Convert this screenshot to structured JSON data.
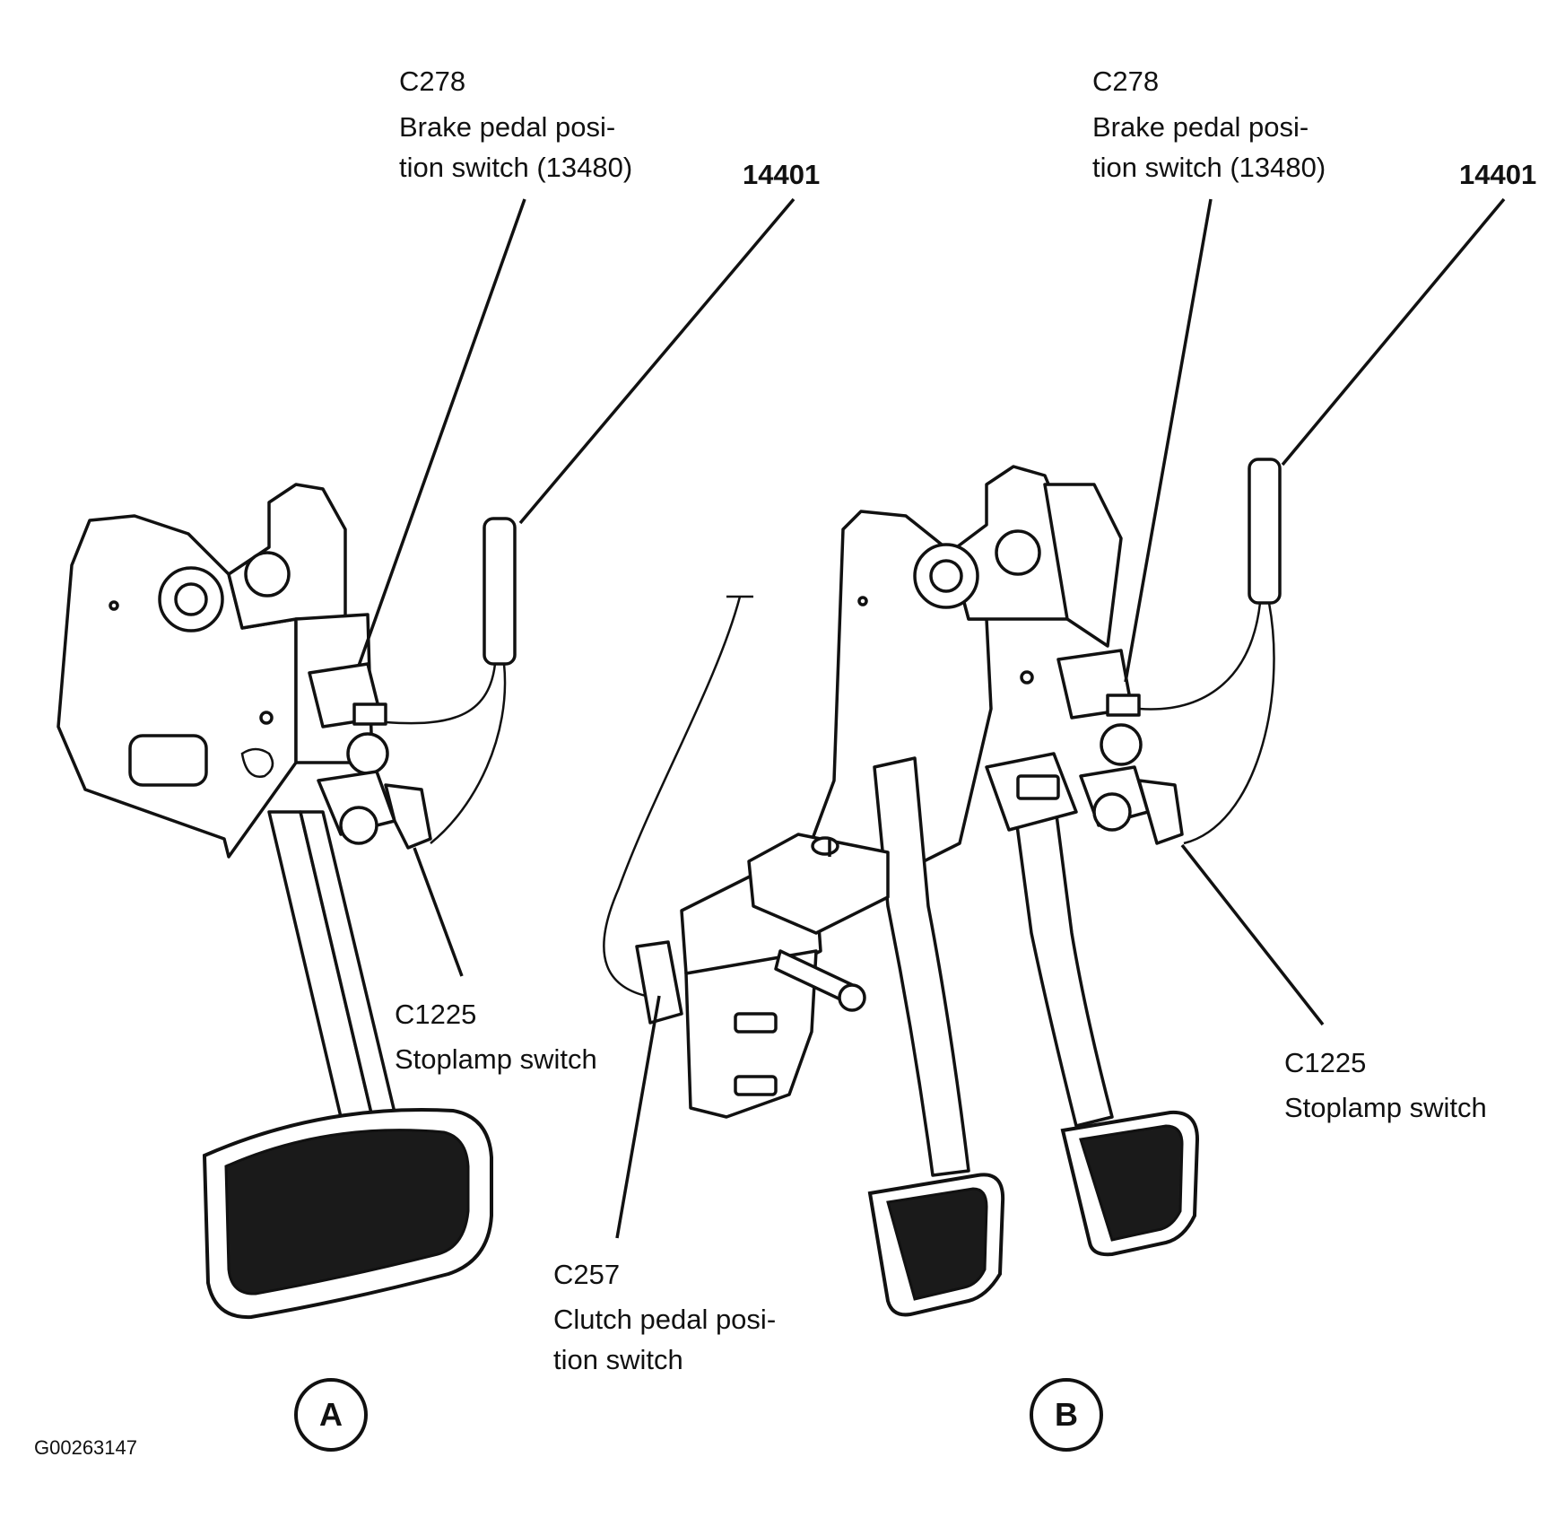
{
  "panel_a": {
    "brake_switch": {
      "connector": "C278",
      "line1": "Brake pedal posi-",
      "line2": "tion switch (13480)"
    },
    "harness": "14401",
    "stoplamp": {
      "connector": "C1225",
      "name": "Stoplamp switch"
    },
    "letter": "A"
  },
  "panel_b": {
    "brake_switch": {
      "connector": "C278",
      "line1": "Brake pedal posi-",
      "line2": "tion switch (13480)"
    },
    "harness": "14401",
    "stoplamp": {
      "connector": "C1225",
      "name": "Stoplamp switch"
    },
    "clutch_switch": {
      "connector": "C257",
      "line1": "Clutch pedal posi-",
      "line2": "tion switch"
    },
    "letter": "B"
  },
  "figure_id": "G00263147"
}
